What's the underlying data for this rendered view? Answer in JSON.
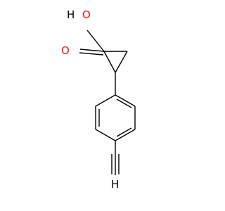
{
  "molecule": {
    "atoms": {
      "hydroxyl_h": "H",
      "hydroxyl_o": "O",
      "carbonyl_o": "O",
      "terminal_h": "H"
    },
    "colors": {
      "oxygen": "#ff0d0d",
      "carbon": "#000000",
      "hydrogen": "#000000"
    }
  }
}
